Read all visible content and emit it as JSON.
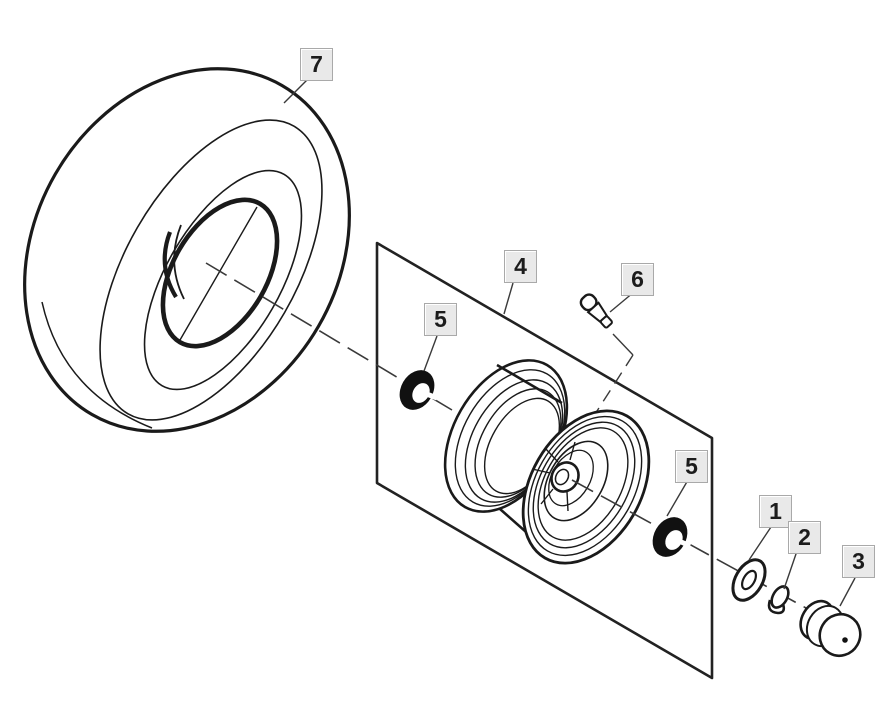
{
  "diagram": {
    "kind": "exploded-parts-diagram",
    "subject": "wheel and tire assembly",
    "background": "#ffffff",
    "line_color": "#1a1a1a",
    "axis_style": "dashed-centerline"
  },
  "colors": {
    "label_bg": "#e9e9e9",
    "label_border": "#a9a9a9",
    "label_text": "#1c1c1c",
    "line": "#1a1a1a",
    "leader": "#3a3a3a"
  },
  "callouts": [
    {
      "number": "7",
      "part": "tire"
    },
    {
      "number": "4",
      "part": "rim-assembly-panel"
    },
    {
      "number": "6",
      "part": "valve-stem"
    },
    {
      "number": "5",
      "part": "bearing-left"
    },
    {
      "number": "5",
      "part": "bearing-right"
    },
    {
      "number": "1",
      "part": "flat-washer"
    },
    {
      "number": "2",
      "part": "retaining-clip"
    },
    {
      "number": "3",
      "part": "dust-cap"
    }
  ]
}
